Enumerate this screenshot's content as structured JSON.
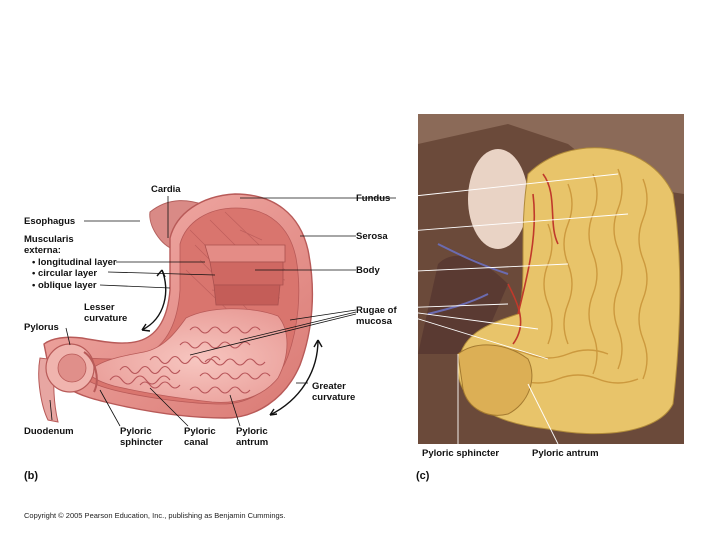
{
  "labels_b": {
    "cardia": "Cardia",
    "esophagus": "Esophagus",
    "muscularis_1": "Muscularis",
    "muscularis_2": "externa:",
    "longitudinal": "• longitudinal layer",
    "circular": "• circular layer",
    "oblique": "• oblique layer",
    "lesser_1": "Lesser",
    "lesser_2": "curvature",
    "pylorus": "Pylorus",
    "duodenum": "Duodenum",
    "pyloric_sphincter_1": "Pyloric",
    "pyloric_sphincter_2": "sphincter",
    "pyloric_canal_1": "Pyloric",
    "pyloric_canal_2": "canal",
    "pyloric_antrum_1": "Pyloric",
    "pyloric_antrum_2": "antrum",
    "greater_1": "Greater",
    "greater_2": "curvature",
    "fundus": "Fundus",
    "serosa": "Serosa",
    "body": "Body",
    "rugae_1": "Rugae of",
    "rugae_2": "mucosa"
  },
  "labels_c": {
    "pyloric_sphincter": "Pyloric sphincter",
    "pyloric_antrum": "Pyloric antrum"
  },
  "panels": {
    "b": "(b)",
    "c": "(c)"
  },
  "copyright": "Copyright © 2005 Pearson Education, Inc., publishing as Benjamin Cummings.",
  "colors": {
    "serosa": "#e59a9a",
    "muscle": "#d9756e",
    "mucosa": "#f2b6b0",
    "rugae": "#b8565a",
    "photo_bg": "#e8c46a",
    "photo_dark": "#5a3a2a"
  }
}
